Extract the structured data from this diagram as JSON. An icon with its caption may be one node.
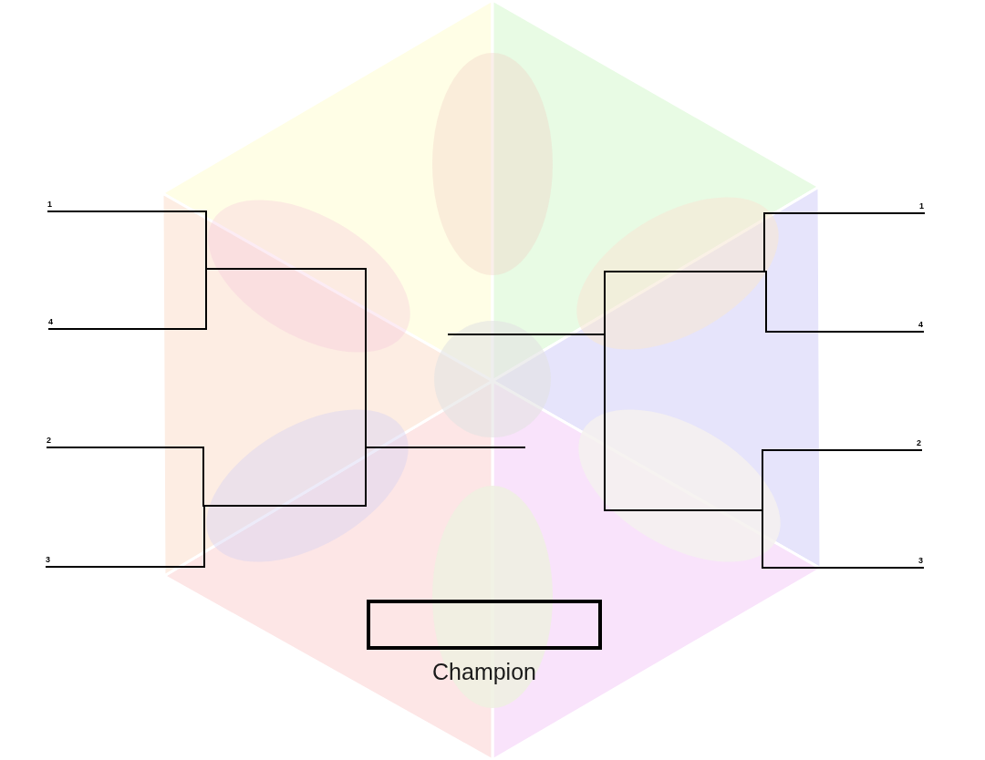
{
  "diagram": {
    "nodes": [
      {
        "text": [],
        "shape": "line",
        "beside": [
          "1"
        ]
      },
      {
        "text": [],
        "shape": "line",
        "beside": [
          "4"
        ]
      },
      {
        "text": [],
        "shape": "line",
        "beside": [
          "2"
        ]
      },
      {
        "text": [],
        "shape": "line",
        "beside": [
          "3"
        ]
      },
      {
        "text": [],
        "shape": "line"
      },
      {
        "text": [],
        "shape": "line"
      },
      {
        "text": [],
        "shape": "line"
      },
      {
        "text": [],
        "shape": "line"
      },
      {
        "text": [],
        "shape": "line"
      },
      {
        "text": [],
        "shape": "line"
      },
      {
        "text": [],
        "shape": "line",
        "beside": [
          "1"
        ]
      },
      {
        "text": [],
        "shape": "line",
        "beside": [
          "4"
        ]
      },
      {
        "text": [],
        "shape": "line",
        "beside": [
          "2"
        ]
      },
      {
        "text": [],
        "shape": "line",
        "beside": [
          "3"
        ]
      },
      {
        "text": [],
        "shape": "box",
        "beside": [
          "Champion"
        ]
      }
    ],
    "edges": [
      {
        "from": 0,
        "to": 4,
        "arrow": "none"
      },
      {
        "from": 1,
        "to": 4,
        "arrow": "none"
      },
      {
        "from": 2,
        "to": 5,
        "arrow": "none"
      },
      {
        "from": 3,
        "to": 5,
        "arrow": "none"
      },
      {
        "from": 4,
        "to": 6,
        "arrow": "none"
      },
      {
        "from": 5,
        "to": 6,
        "arrow": "none"
      },
      {
        "from": 10,
        "to": 8,
        "arrow": "none"
      },
      {
        "from": 11,
        "to": 8,
        "arrow": "none"
      },
      {
        "from": 12,
        "to": 9,
        "arrow": "none"
      },
      {
        "from": 13,
        "to": 9,
        "arrow": "none"
      },
      {
        "from": 8,
        "to": 7,
        "arrow": "none"
      },
      {
        "from": 9,
        "to": 7,
        "arrow": "none"
      }
    ]
  }
}
